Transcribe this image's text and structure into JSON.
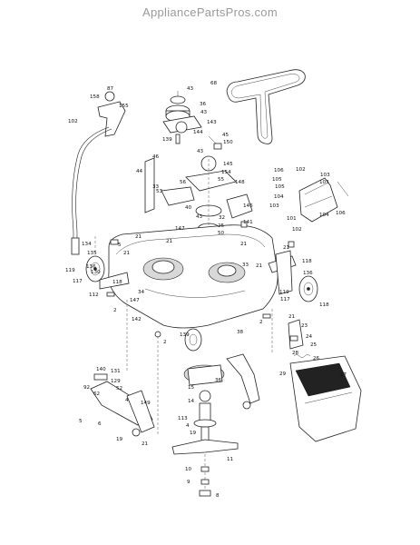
{
  "watermark": "AppliancePartsPros.com",
  "callouts": [
    "68",
    "87",
    "158",
    "155",
    "102",
    "43",
    "36",
    "43",
    "143",
    "144",
    "139",
    "45",
    "150",
    "43",
    "46",
    "44",
    "145",
    "154",
    "55",
    "148",
    "106",
    "102",
    "103",
    "105",
    "105",
    "104",
    "103",
    "103",
    "101",
    "104",
    "106",
    "102",
    "33",
    "56",
    "53",
    "40",
    "43",
    "32",
    "25",
    "50",
    "146",
    "147",
    "21",
    "21",
    "134",
    "135",
    "130",
    "5",
    "21",
    "119",
    "117",
    "136",
    "112",
    "118",
    "2",
    "34",
    "147",
    "141",
    "21",
    "33",
    "21",
    "21",
    "119",
    "118",
    "117",
    "136",
    "118",
    "142",
    "139",
    "2",
    "38",
    "2",
    "21",
    "23",
    "24",
    "25",
    "28",
    "29",
    "26",
    "27",
    "140",
    "131",
    "129",
    "52",
    "92",
    "62",
    "4",
    "5",
    "149",
    "6",
    "19",
    "21",
    "15",
    "14",
    "113",
    "36",
    "4",
    "19",
    "11",
    "10",
    "9",
    "8"
  ]
}
